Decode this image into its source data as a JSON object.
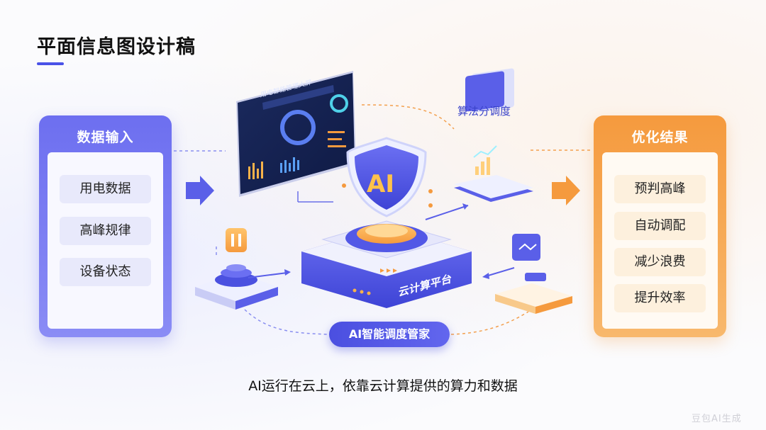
{
  "title": "平面信息图设计稿",
  "input_panel": {
    "title": "数据输入",
    "items": [
      "用电数据",
      "高峰规律",
      "设备状态"
    ]
  },
  "output_panel": {
    "title": "优化结果",
    "items": [
      "预判高峰",
      "自动调配",
      "减少浪费",
      "提升效率"
    ]
  },
  "algorithm_label": "算法分调度",
  "platform_label": "云计算平台",
  "ai_badge": "AI",
  "ai_manager": "AI智能调度管家",
  "dashboard_title": "用电智能管理大屏",
  "caption": "AI运行在云上，依靠云计算提供的算力和数据",
  "watermark": "豆包AI生成",
  "colors": {
    "primary": "#4a52e8",
    "accent": "#f59a3e"
  }
}
